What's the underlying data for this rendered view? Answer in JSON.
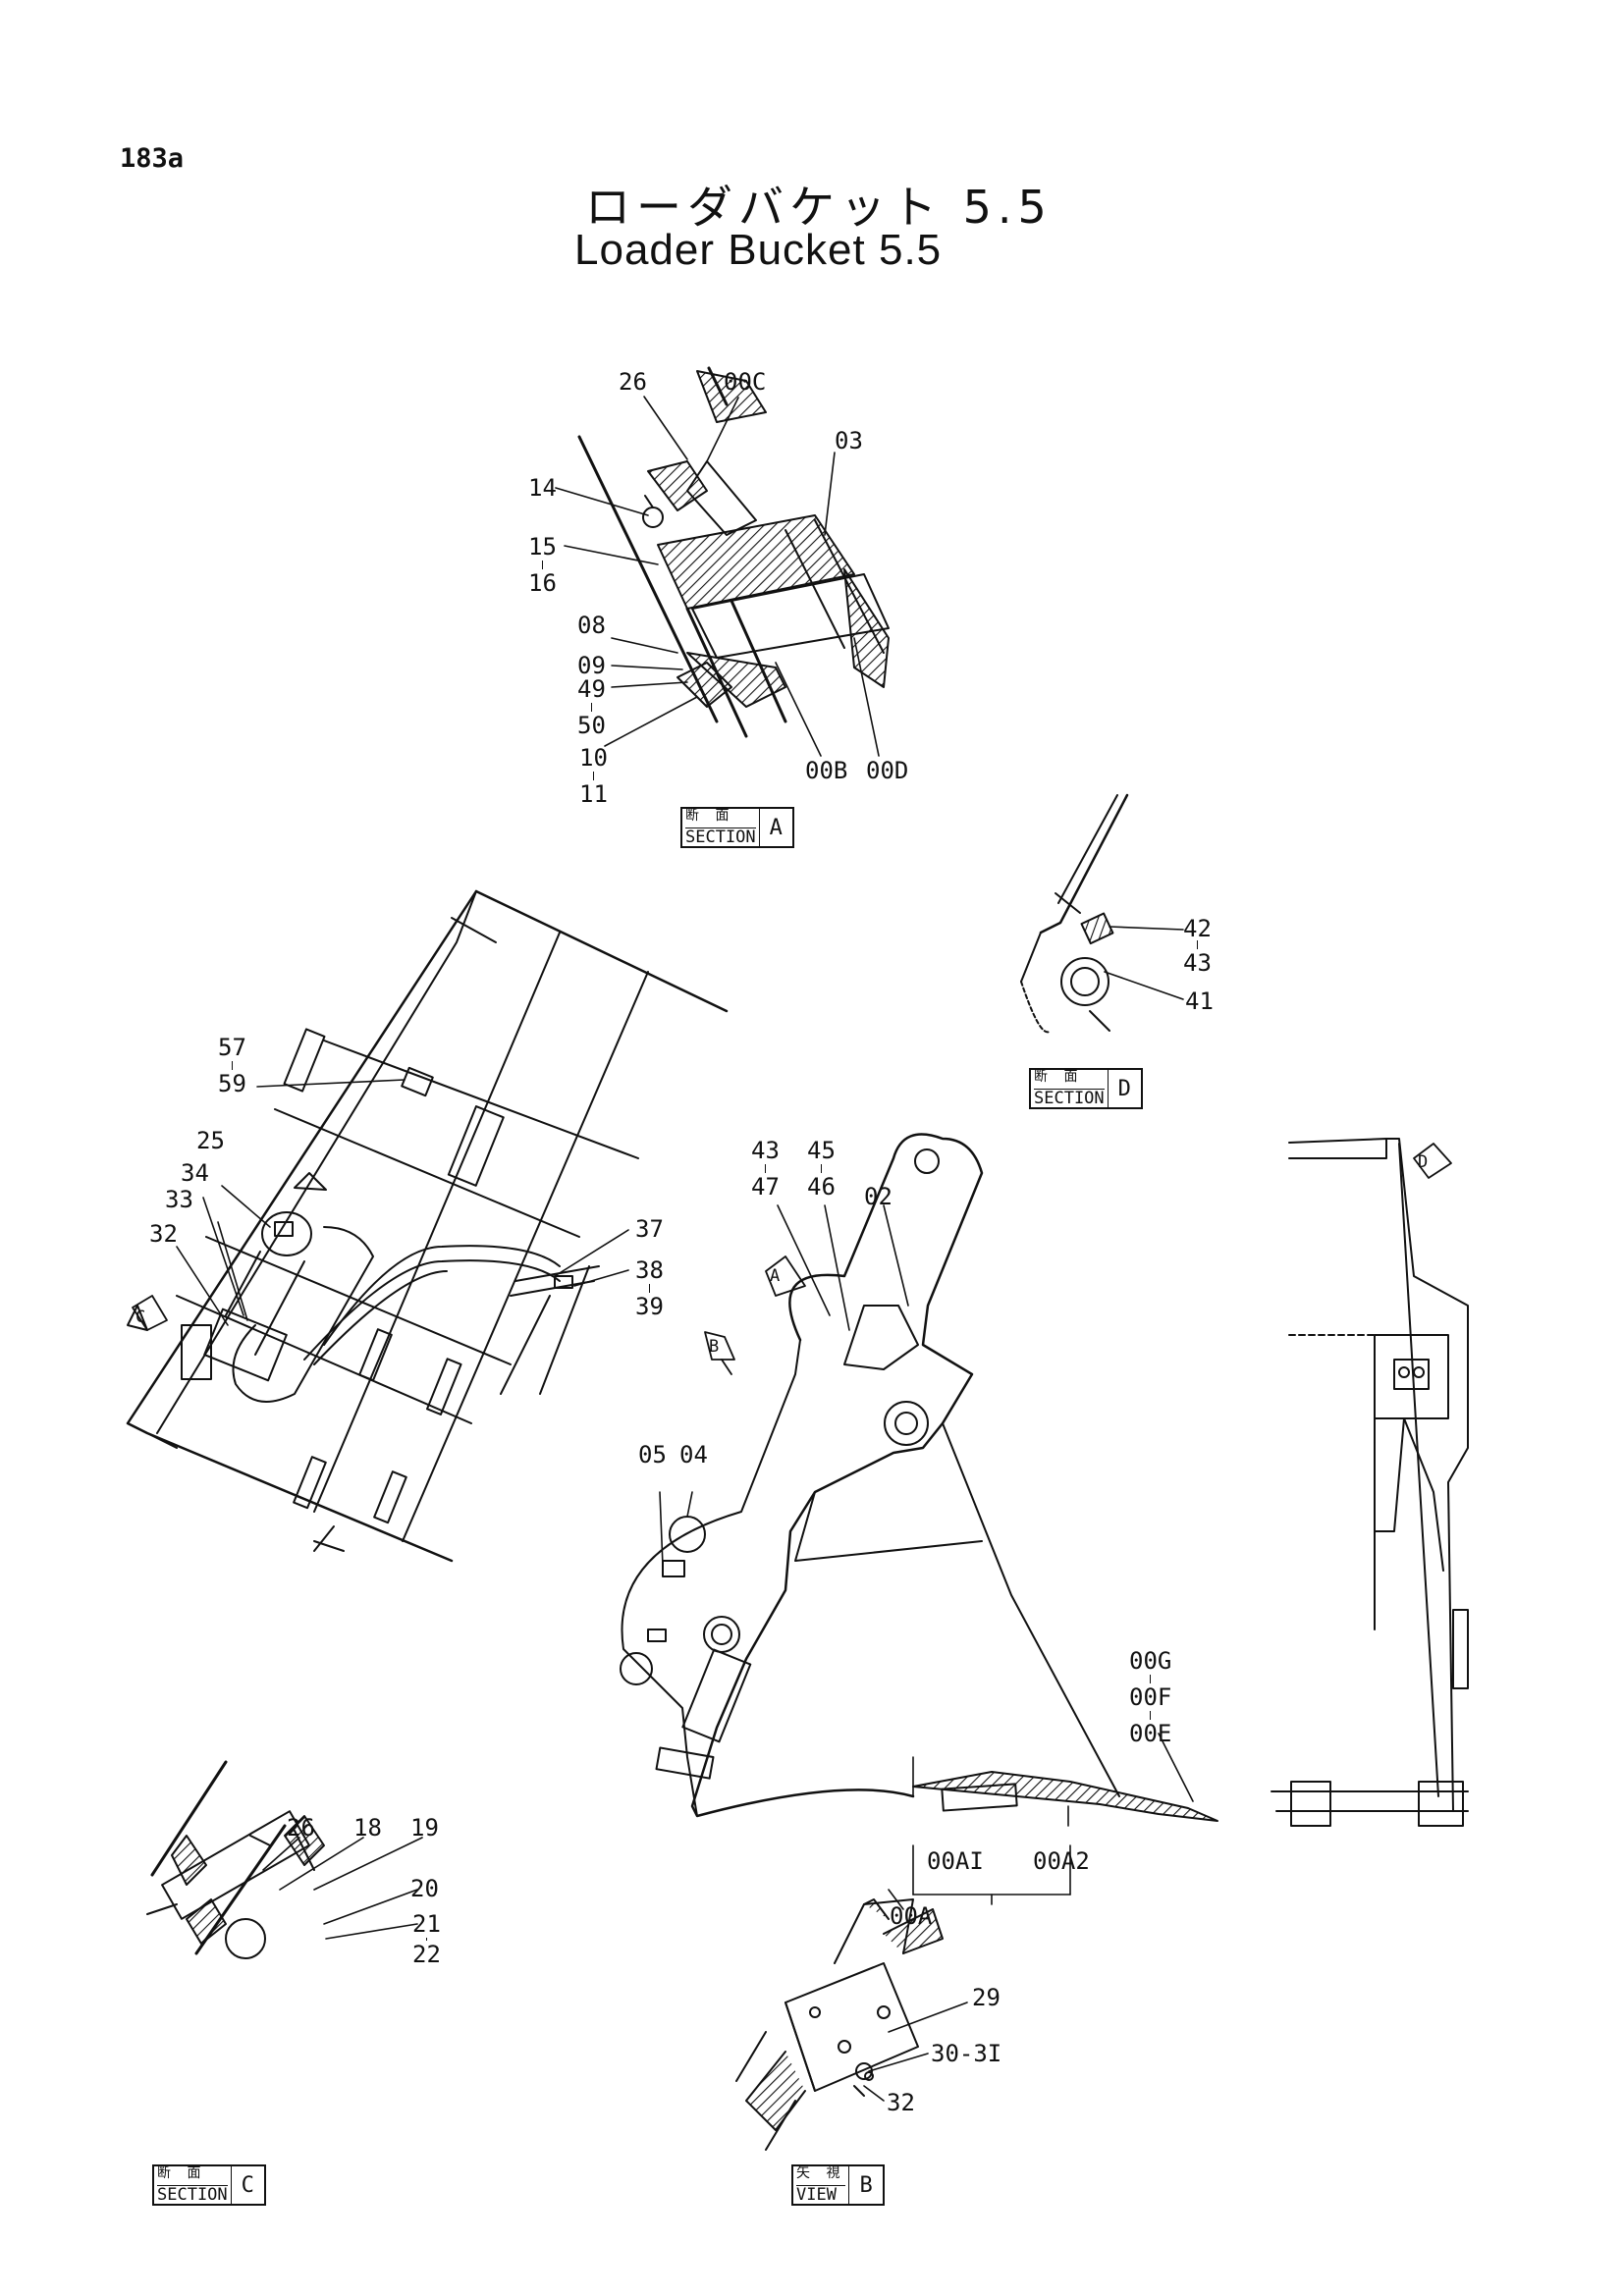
{
  "page_id": "183a",
  "title_jp": "ローダバケット 5.5",
  "title_en": "Loader Bucket 5.5",
  "section_a": {
    "kanji": "断 面",
    "word": "SECTION",
    "letter": "A",
    "labels": {
      "p26": "26",
      "p00c": "00C",
      "p03": "03",
      "p14": "14",
      "p15": "15",
      "p16": "16",
      "p08": "08",
      "p09": "09",
      "p49": "49",
      "p50": "50",
      "p10": "10",
      "p11": "11",
      "p00b": "00B",
      "p00d": "00D"
    }
  },
  "section_d": {
    "kanji": "断 面",
    "word": "SECTION",
    "letter": "D",
    "labels": {
      "p42": "42",
      "p43": "43",
      "p41": "41"
    }
  },
  "main_view": {
    "labels": {
      "p57": "57",
      "p59": "59",
      "p25": "25",
      "p34": "34",
      "p33": "33",
      "p32": "32",
      "p37": "37",
      "p38": "38",
      "p39": "39",
      "p43": "43",
      "p47": "47",
      "p45": "45",
      "p46": "46",
      "p02": "02",
      "p05": "05",
      "p04": "04",
      "p00g": "00G",
      "p00f": "00F",
      "p00e": "00E",
      "p00a1": "00AI",
      "p00a2": "00A2",
      "p00a": "00A"
    },
    "markers": {
      "a": "A",
      "b": "B",
      "c": "C",
      "d": "D"
    }
  },
  "section_c": {
    "kanji": "断 面",
    "word": "SECTION",
    "letter": "C",
    "labels": {
      "p26": "26",
      "p18": "18",
      "p19": "19",
      "p20": "20",
      "p21": "21",
      "p22": "22"
    }
  },
  "view_b": {
    "kanji": "矢 視",
    "word": "VIEW",
    "letter": "B",
    "labels": {
      "p29": "29",
      "p30_31": "30-3I",
      "p32": "32"
    }
  }
}
